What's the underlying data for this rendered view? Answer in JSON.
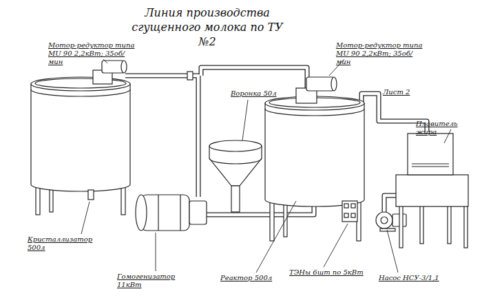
{
  "diagram": {
    "title": "Линия производства сгущенного молока по ТУ №2",
    "labels": [
      "Мотор-редуктор типа MU 90 2,2кВт; 35об/мин",
      "Мотор-редуктор типа MU 90 2,2кВт; 35об/мин",
      "Лист 2",
      "Воронка 50л",
      "Плавитель жира",
      "Кристаллизатор 500л",
      "Гомогенизатор 11кВт",
      "Реактор 500л",
      "ТЭНы 6шт по 5кВт",
      "Насос НСУ-3/1,1"
    ]
  }
}
